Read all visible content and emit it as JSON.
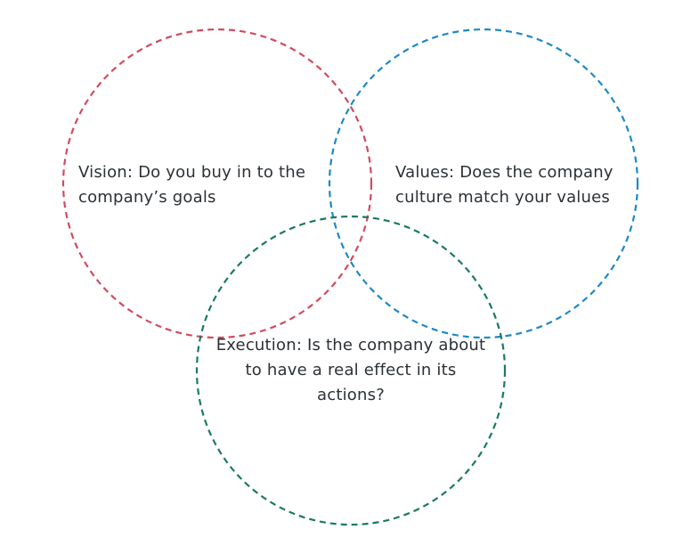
{
  "colors": {
    "vision": "#d24a5f",
    "values": "#1e88c8",
    "execution": "#1a7a62",
    "text": "#2b3137"
  },
  "circles": [
    {
      "id": "vision",
      "label_lines": [
        "Vision: Do you buy in to the",
        "company’s goals"
      ]
    },
    {
      "id": "values",
      "label_lines": [
        "Values: Does the company",
        "culture match your values"
      ]
    },
    {
      "id": "execution",
      "label_lines": [
        "Execution: Is the company about",
        "to have a real effect in its",
        "actions?"
      ]
    }
  ]
}
